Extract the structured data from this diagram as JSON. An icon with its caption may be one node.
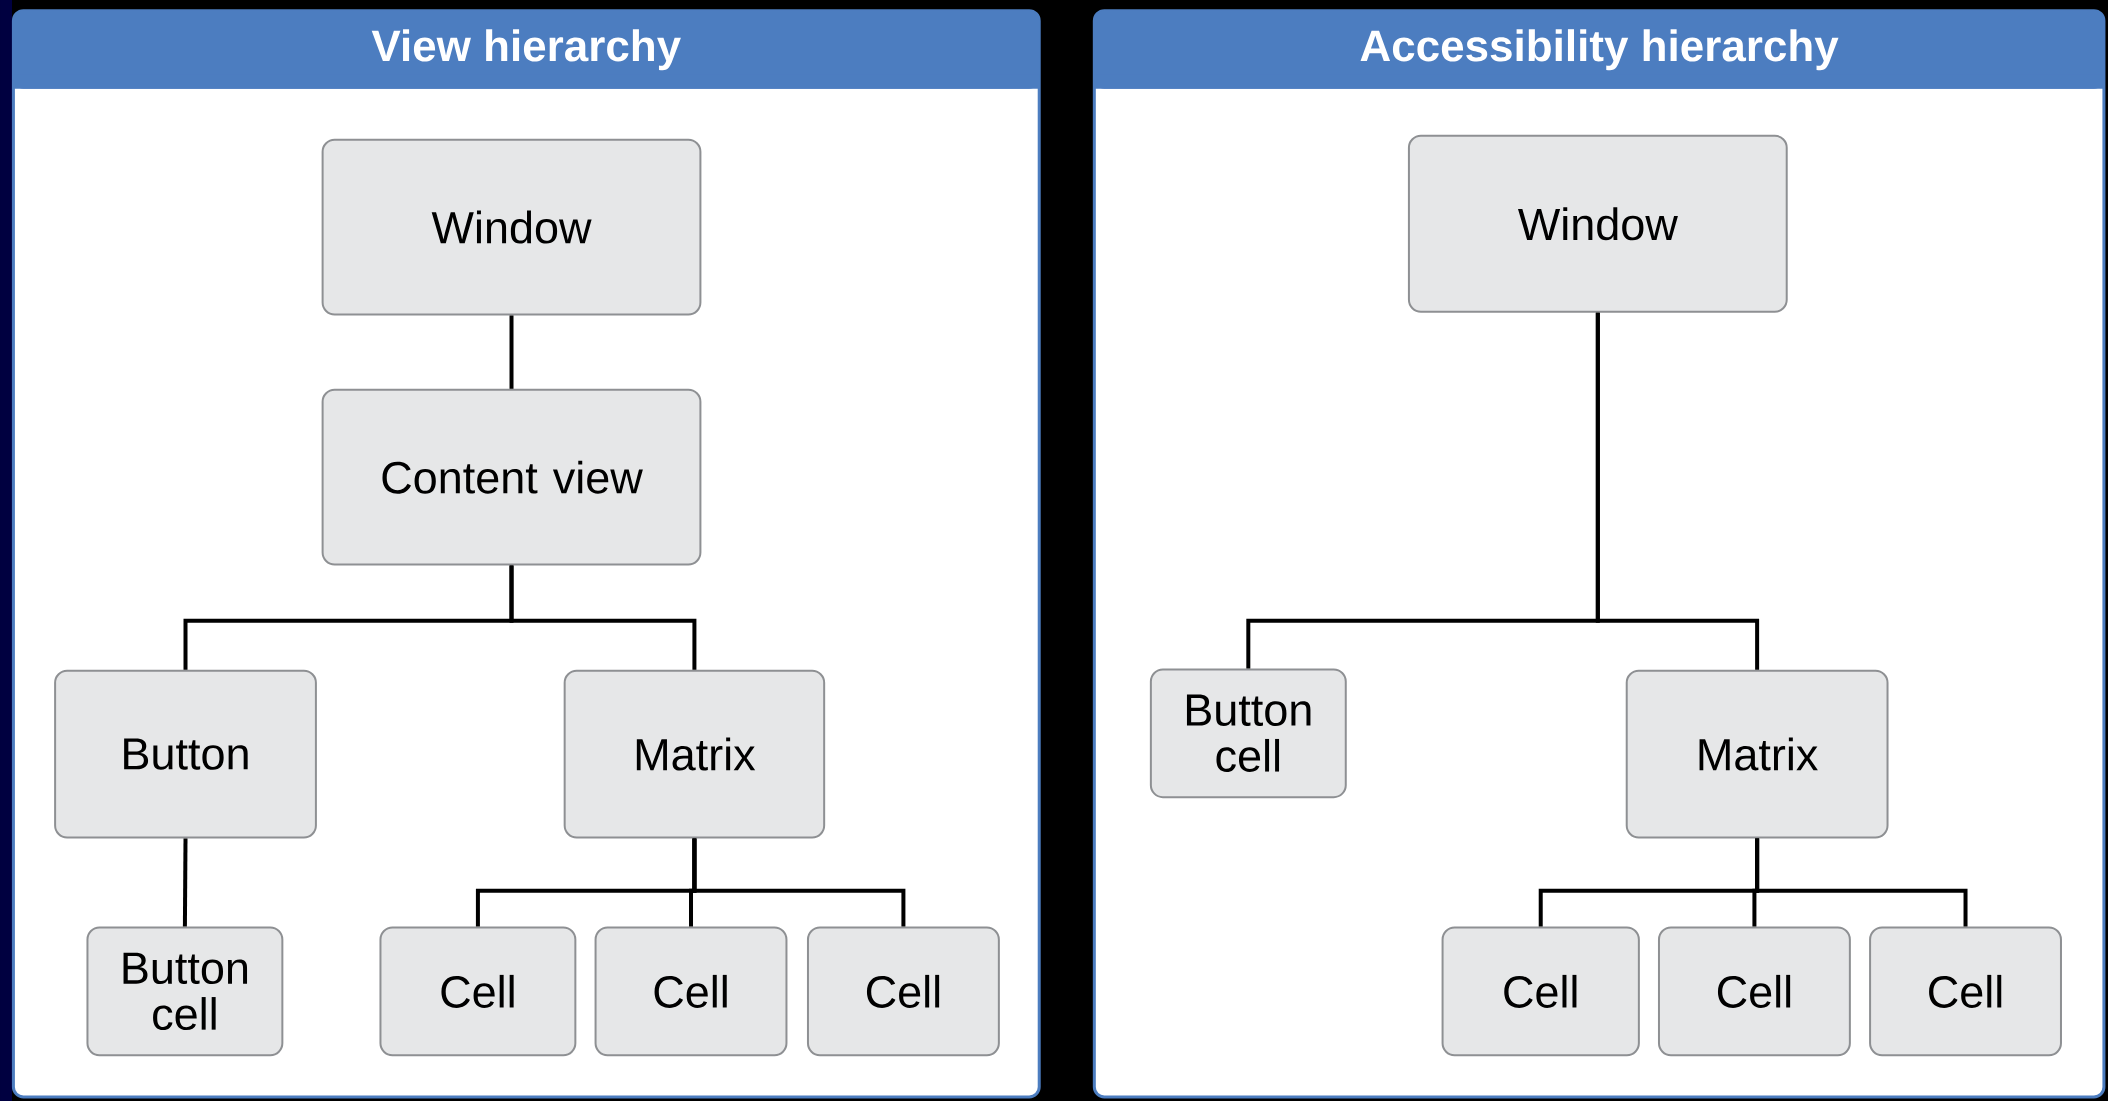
{
  "diagram": {
    "nodes": [
      {
        "text": [
          "View hierarchy"
        ]
      },
      {
        "text": [
          "Window"
        ],
        "in": 0
      },
      {
        "text": [
          "Content view"
        ],
        "in": 0
      },
      {
        "text": [
          "Button"
        ],
        "in": 0
      },
      {
        "text": [
          "Matrix"
        ],
        "in": 0
      },
      {
        "text": [
          "Button cell"
        ],
        "in": 0
      },
      {
        "text": [
          "Cell"
        ],
        "in": 0
      },
      {
        "text": [
          "Cell"
        ],
        "in": 0
      },
      {
        "text": [
          "Cell"
        ],
        "in": 0
      },
      {
        "text": [
          "Accessibility hierarchy"
        ]
      },
      {
        "text": [
          "Window"
        ],
        "in": 9
      },
      {
        "text": [
          "Button cell"
        ],
        "in": 9
      },
      {
        "text": [
          "Matrix"
        ],
        "in": 9
      },
      {
        "text": [
          "Cell"
        ],
        "in": 9
      },
      {
        "text": [
          "Cell"
        ],
        "in": 9
      },
      {
        "text": [
          "Cell"
        ],
        "in": 9
      }
    ],
    "edges": [
      {
        "from": 1,
        "to": 2,
        "arrow": "none"
      },
      {
        "from": 2,
        "to": 3,
        "arrow": "none"
      },
      {
        "from": 2,
        "to": 4,
        "arrow": "none"
      },
      {
        "from": 3,
        "to": 5,
        "arrow": "none"
      },
      {
        "from": 4,
        "to": 6,
        "arrow": "none"
      },
      {
        "from": 4,
        "to": 7,
        "arrow": "none"
      },
      {
        "from": 4,
        "to": 8,
        "arrow": "none"
      },
      {
        "from": 10,
        "to": 11,
        "arrow": "none"
      },
      {
        "from": 10,
        "to": 12,
        "arrow": "none"
      },
      {
        "from": 12,
        "to": 13,
        "arrow": "none"
      },
      {
        "from": 12,
        "to": 14,
        "arrow": "none"
      },
      {
        "from": 12,
        "to": 15,
        "arrow": "none"
      }
    ]
  }
}
